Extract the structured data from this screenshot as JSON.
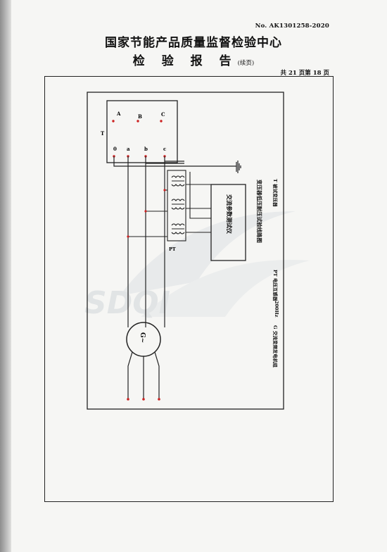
{
  "report_no": "No. AK1301258-2020",
  "header": {
    "title": "国家节能产品质量监督检验中心",
    "subtitle": "检 验 报 告",
    "continued": "(续页)",
    "page_counter": "共 21 页第 18 页"
  },
  "diagram": {
    "terminal_upper": [
      "A",
      "B",
      "C"
    ],
    "terminal_lower": [
      "0",
      "a",
      "b",
      "c"
    ],
    "transformer_label": "T",
    "pt_label": "PT",
    "instrument_label": "交流参数测试仪",
    "generator_label": "G~",
    "caption": "变压器低压耐压试验线路图",
    "legend_pt": "PT  电压互感器",
    "legend_t": "T   被试变压器",
    "legend_g": "G   交流变频发电机组",
    "legend_freq": "200Hz"
  },
  "watermark": "SDQI"
}
